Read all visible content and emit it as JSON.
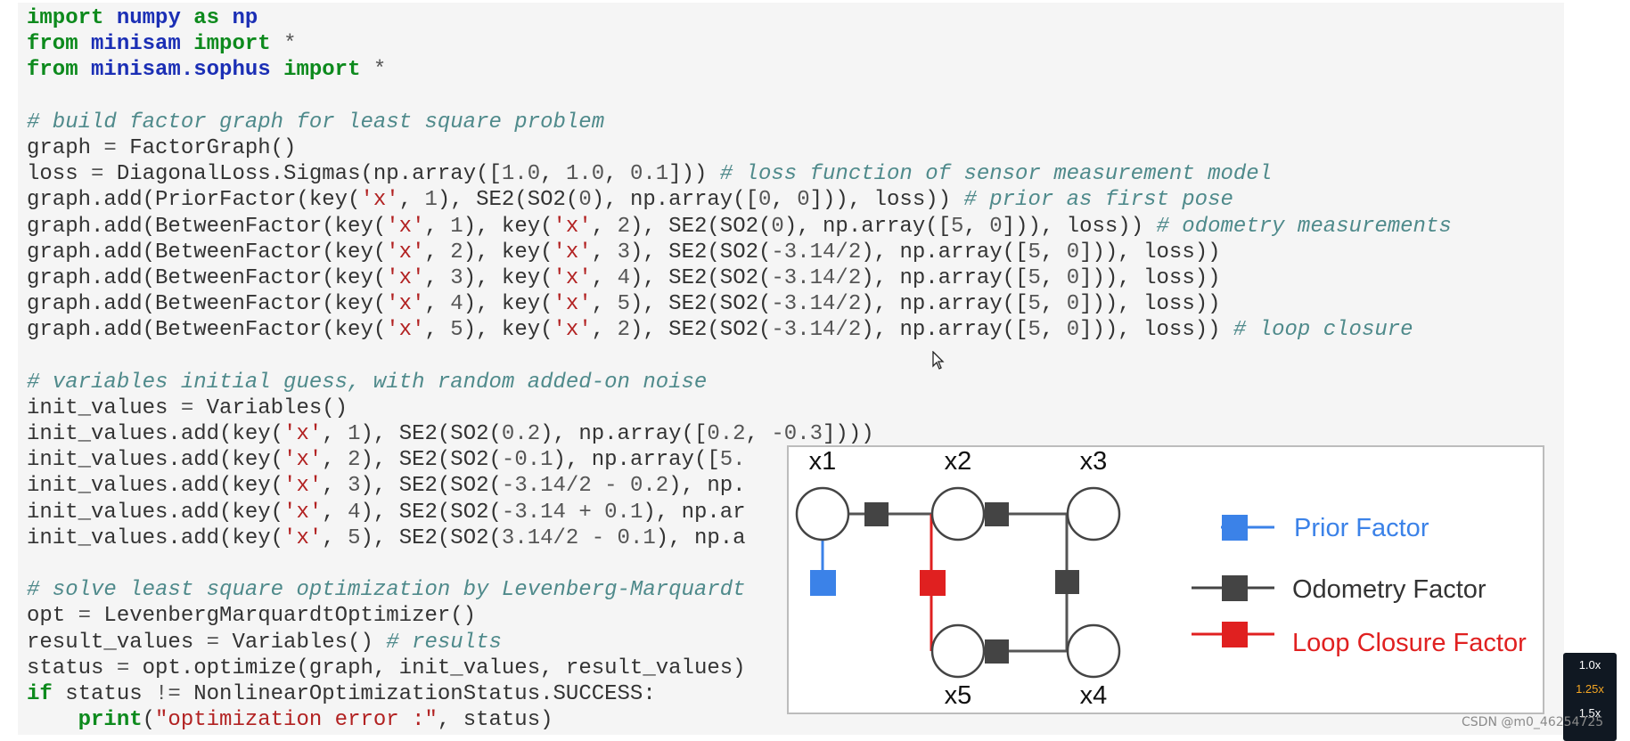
{
  "code_lines": [
    [
      [
        "kw",
        "import"
      ],
      [
        "tx",
        " "
      ],
      [
        "name",
        "numpy"
      ],
      [
        "tx",
        " "
      ],
      [
        "kw",
        "as"
      ],
      [
        "tx",
        " "
      ],
      [
        "name",
        "np"
      ]
    ],
    [
      [
        "kw",
        "from"
      ],
      [
        "tx",
        " "
      ],
      [
        "name",
        "minisam"
      ],
      [
        "tx",
        " "
      ],
      [
        "kw",
        "import"
      ],
      [
        "tx",
        " "
      ],
      [
        "op",
        "*"
      ]
    ],
    [
      [
        "kw",
        "from"
      ],
      [
        "tx",
        " "
      ],
      [
        "name",
        "minisam.sophus"
      ],
      [
        "tx",
        " "
      ],
      [
        "kw",
        "import"
      ],
      [
        "tx",
        " "
      ],
      [
        "op",
        "*"
      ]
    ],
    [],
    [
      [
        "cm",
        "# build factor graph for least square problem"
      ]
    ],
    [
      [
        "tx",
        "graph "
      ],
      [
        "op",
        "="
      ],
      [
        "tx",
        " FactorGraph()"
      ]
    ],
    [
      [
        "tx",
        "loss "
      ],
      [
        "op",
        "="
      ],
      [
        "tx",
        " DiagonalLoss.Sigmas(np.array(["
      ],
      [
        "num",
        "1.0"
      ],
      [
        "tx",
        ", "
      ],
      [
        "num",
        "1.0"
      ],
      [
        "tx",
        ", "
      ],
      [
        "num",
        "0.1"
      ],
      [
        "tx",
        "])) "
      ],
      [
        "cm",
        "# loss function of sensor measurement model"
      ]
    ],
    [
      [
        "tx",
        "graph.add(PriorFactor(key("
      ],
      [
        "str",
        "'x'"
      ],
      [
        "tx",
        ", "
      ],
      [
        "num",
        "1"
      ],
      [
        "tx",
        "), SE2(SO2("
      ],
      [
        "num",
        "0"
      ],
      [
        "tx",
        "), np.array(["
      ],
      [
        "num",
        "0"
      ],
      [
        "tx",
        ", "
      ],
      [
        "num",
        "0"
      ],
      [
        "tx",
        "])), loss)) "
      ],
      [
        "cm",
        "# prior as first pose"
      ]
    ],
    [
      [
        "tx",
        "graph.add(BetweenFactor(key("
      ],
      [
        "str",
        "'x'"
      ],
      [
        "tx",
        ", "
      ],
      [
        "num",
        "1"
      ],
      [
        "tx",
        "), key("
      ],
      [
        "str",
        "'x'"
      ],
      [
        "tx",
        ", "
      ],
      [
        "num",
        "2"
      ],
      [
        "tx",
        "), SE2(SO2("
      ],
      [
        "num",
        "0"
      ],
      [
        "tx",
        "), np.array(["
      ],
      [
        "num",
        "5"
      ],
      [
        "tx",
        ", "
      ],
      [
        "num",
        "0"
      ],
      [
        "tx",
        "])), loss)) "
      ],
      [
        "cm",
        "# odometry measurements"
      ]
    ],
    [
      [
        "tx",
        "graph.add(BetweenFactor(key("
      ],
      [
        "str",
        "'x'"
      ],
      [
        "tx",
        ", "
      ],
      [
        "num",
        "2"
      ],
      [
        "tx",
        "), key("
      ],
      [
        "str",
        "'x'"
      ],
      [
        "tx",
        ", "
      ],
      [
        "num",
        "3"
      ],
      [
        "tx",
        "), SE2(SO2("
      ],
      [
        "num",
        "-3.14/2"
      ],
      [
        "tx",
        "), np.array(["
      ],
      [
        "num",
        "5"
      ],
      [
        "tx",
        ", "
      ],
      [
        "num",
        "0"
      ],
      [
        "tx",
        "])), loss))"
      ]
    ],
    [
      [
        "tx",
        "graph.add(BetweenFactor(key("
      ],
      [
        "str",
        "'x'"
      ],
      [
        "tx",
        ", "
      ],
      [
        "num",
        "3"
      ],
      [
        "tx",
        "), key("
      ],
      [
        "str",
        "'x'"
      ],
      [
        "tx",
        ", "
      ],
      [
        "num",
        "4"
      ],
      [
        "tx",
        "), SE2(SO2("
      ],
      [
        "num",
        "-3.14/2"
      ],
      [
        "tx",
        "), np.array(["
      ],
      [
        "num",
        "5"
      ],
      [
        "tx",
        ", "
      ],
      [
        "num",
        "0"
      ],
      [
        "tx",
        "])), loss))"
      ]
    ],
    [
      [
        "tx",
        "graph.add(BetweenFactor(key("
      ],
      [
        "str",
        "'x'"
      ],
      [
        "tx",
        ", "
      ],
      [
        "num",
        "4"
      ],
      [
        "tx",
        "), key("
      ],
      [
        "str",
        "'x'"
      ],
      [
        "tx",
        ", "
      ],
      [
        "num",
        "5"
      ],
      [
        "tx",
        "), SE2(SO2("
      ],
      [
        "num",
        "-3.14/2"
      ],
      [
        "tx",
        "), np.array(["
      ],
      [
        "num",
        "5"
      ],
      [
        "tx",
        ", "
      ],
      [
        "num",
        "0"
      ],
      [
        "tx",
        "])), loss))"
      ]
    ],
    [
      [
        "tx",
        "graph.add(BetweenFactor(key("
      ],
      [
        "str",
        "'x'"
      ],
      [
        "tx",
        ", "
      ],
      [
        "num",
        "5"
      ],
      [
        "tx",
        "), key("
      ],
      [
        "str",
        "'x'"
      ],
      [
        "tx",
        ", "
      ],
      [
        "num",
        "2"
      ],
      [
        "tx",
        "), SE2(SO2("
      ],
      [
        "num",
        "-3.14/2"
      ],
      [
        "tx",
        "), np.array(["
      ],
      [
        "num",
        "5"
      ],
      [
        "tx",
        ", "
      ],
      [
        "num",
        "0"
      ],
      [
        "tx",
        "])), loss)) "
      ],
      [
        "cm",
        "# loop closure"
      ]
    ],
    [],
    [
      [
        "cm",
        "# variables initial guess, with random added-on noise"
      ]
    ],
    [
      [
        "tx",
        "init_values "
      ],
      [
        "op",
        "="
      ],
      [
        "tx",
        " Variables()"
      ]
    ],
    [
      [
        "tx",
        "init_values.add(key("
      ],
      [
        "str",
        "'x'"
      ],
      [
        "tx",
        ", "
      ],
      [
        "num",
        "1"
      ],
      [
        "tx",
        "), SE2(SO2("
      ],
      [
        "num",
        "0.2"
      ],
      [
        "tx",
        "), np.array(["
      ],
      [
        "num",
        "0.2"
      ],
      [
        "tx",
        ", "
      ],
      [
        "num",
        "-0.3"
      ],
      [
        "tx",
        "])))"
      ]
    ],
    [
      [
        "tx",
        "init_values.add(key("
      ],
      [
        "str",
        "'x'"
      ],
      [
        "tx",
        ", "
      ],
      [
        "num",
        "2"
      ],
      [
        "tx",
        "), SE2(SO2("
      ],
      [
        "num",
        "-0.1"
      ],
      [
        "tx",
        "), np.array(["
      ],
      [
        "num",
        "5."
      ]
    ],
    [
      [
        "tx",
        "init_values.add(key("
      ],
      [
        "str",
        "'x'"
      ],
      [
        "tx",
        ", "
      ],
      [
        "num",
        "3"
      ],
      [
        "tx",
        "), SE2(SO2("
      ],
      [
        "num",
        "-3.14/2 - 0.2"
      ],
      [
        "tx",
        "), np."
      ]
    ],
    [
      [
        "tx",
        "init_values.add(key("
      ],
      [
        "str",
        "'x'"
      ],
      [
        "tx",
        ", "
      ],
      [
        "num",
        "4"
      ],
      [
        "tx",
        "), SE2(SO2("
      ],
      [
        "num",
        "-3.14 + 0.1"
      ],
      [
        "tx",
        "), np.ar"
      ]
    ],
    [
      [
        "tx",
        "init_values.add(key("
      ],
      [
        "str",
        "'x'"
      ],
      [
        "tx",
        ", "
      ],
      [
        "num",
        "5"
      ],
      [
        "tx",
        "), SE2(SO2("
      ],
      [
        "num",
        "3.14/2 - 0.1"
      ],
      [
        "tx",
        "), np.a"
      ]
    ],
    [],
    [
      [
        "cm",
        "# solve least square optimization by Levenberg-Marquardt"
      ]
    ],
    [
      [
        "tx",
        "opt "
      ],
      [
        "op",
        "="
      ],
      [
        "tx",
        " LevenbergMarquardtOptimizer()"
      ]
    ],
    [
      [
        "tx",
        "result_values "
      ],
      [
        "op",
        "="
      ],
      [
        "tx",
        " Variables() "
      ],
      [
        "cm",
        "# results"
      ]
    ],
    [
      [
        "tx",
        "status "
      ],
      [
        "op",
        "="
      ],
      [
        "tx",
        " opt.optimize(graph, init_values, result_values)"
      ]
    ],
    [
      [
        "kw",
        "if"
      ],
      [
        "tx",
        " status "
      ],
      [
        "op",
        "!="
      ],
      [
        "tx",
        " NonlinearOptimizationStatus.SUCCESS:"
      ]
    ],
    [
      [
        "tx",
        "    "
      ],
      [
        "kw",
        "print"
      ],
      [
        "tx",
        "("
      ],
      [
        "str",
        "\"optimization error :\""
      ],
      [
        "tx",
        ", status)"
      ]
    ]
  ],
  "figure": {
    "nodes": {
      "x1": "x1",
      "x2": "x2",
      "x3": "x3",
      "x4": "x4",
      "x5": "x5"
    },
    "legend": {
      "prior": "Prior Factor",
      "odometry": "Odometry Factor",
      "loop": "Loop Closure Factor"
    },
    "colors": {
      "prior": "#3b82e8",
      "odometry": "#444444",
      "loop": "#e02020"
    }
  },
  "player": {
    "speeds": [
      "1.0x",
      "1.25x",
      "1.5x"
    ],
    "active_speed": "1.25x"
  },
  "watermark": "CSDN @m0_46254725"
}
